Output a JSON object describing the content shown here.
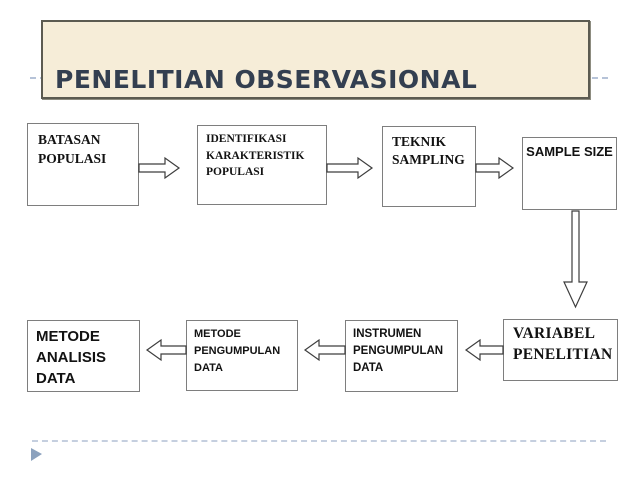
{
  "slide": {
    "title": "PENELITIAN OBSERVASIONAL",
    "title_bg_color": "#F6EDD8",
    "title_text_color": "#333F50",
    "accent_dash_color": "#B6C3D8",
    "bullet_color": "#8BA1BD"
  },
  "flowchart": {
    "box_border_color": "#7E7E7E",
    "boxes": [
      {
        "id": "batasan-populasi",
        "label": "BATASAN\nPOPULASI"
      },
      {
        "id": "identifikasi-karakteristik-populasi",
        "label": "IDENTIFIKASI\nKARAKTERISTIK\nPOPULASI"
      },
      {
        "id": "teknik-sampling",
        "label": "TEKNIK\nSAMPLING"
      },
      {
        "id": "sample-size",
        "label": "SAMPLE SIZE"
      },
      {
        "id": "variabel-penelitian",
        "label": "VARIABEL\nPENELITIAN"
      },
      {
        "id": "instrumen-pengumpulan-data",
        "label": "INSTRUMEN\nPENGUMPULAN\nDATA"
      },
      {
        "id": "metode-pengumpulan-data",
        "label": "METODE\nPENGUMPULAN\nDATA"
      },
      {
        "id": "metode-analisis-data",
        "label": "METODE\nANALISIS\nDATA"
      }
    ],
    "connections": [
      {
        "from": "batasan-populasi",
        "to": "identifikasi-karakteristik-populasi",
        "direction": "right"
      },
      {
        "from": "identifikasi-karakteristik-populasi",
        "to": "teknik-sampling",
        "direction": "right"
      },
      {
        "from": "teknik-sampling",
        "to": "sample-size",
        "direction": "right"
      },
      {
        "from": "sample-size",
        "to": "variabel-penelitian",
        "direction": "down"
      },
      {
        "from": "variabel-penelitian",
        "to": "instrumen-pengumpulan-data",
        "direction": "left"
      },
      {
        "from": "instrumen-pengumpulan-data",
        "to": "metode-pengumpulan-data",
        "direction": "left"
      },
      {
        "from": "metode-pengumpulan-data",
        "to": "metode-analisis-data",
        "direction": "left"
      }
    ]
  }
}
